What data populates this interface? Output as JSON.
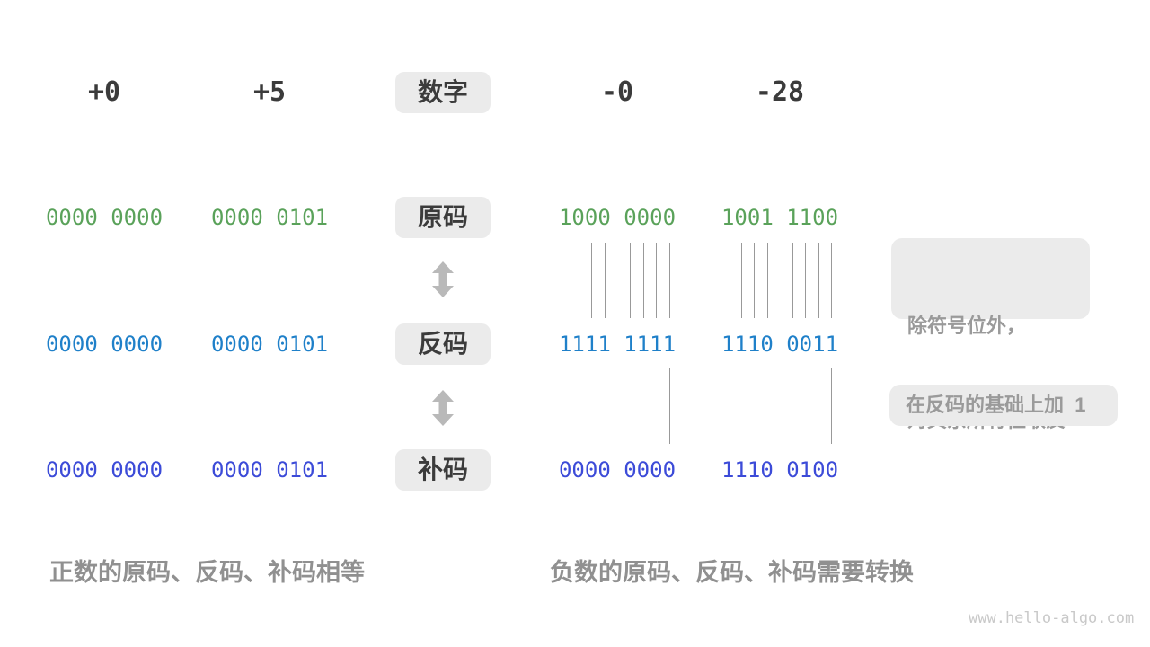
{
  "colors": {
    "sign_magnitude_green": "#5aa25a",
    "ones_complement_blue": "#1f80c9",
    "twos_complement_indigo": "#3c4bd8",
    "dark_text": "#3b3b3b",
    "caption_gray": "#909090",
    "annotation_gray": "#9a9a9a",
    "box_background": "#ebebeb",
    "connector_line": "#999999",
    "arrow_gray": "#b9b9b9",
    "watermark_gray": "#c9c9c9"
  },
  "header": {
    "label": "数字",
    "values": [
      "+0",
      "+5",
      "-0",
      "-28"
    ]
  },
  "rows": [
    {
      "label": "原码",
      "values": [
        "0000 0000",
        "0000 0101",
        "1000 0000",
        "1001 1100"
      ]
    },
    {
      "label": "反码",
      "values": [
        "0000 0000",
        "0000 0101",
        "1111 1111",
        "1110 0011"
      ]
    },
    {
      "label": "补码",
      "values": [
        "0000 0000",
        "0000 0101",
        "0000 0000",
        "1110 0100"
      ]
    }
  ],
  "annotations": {
    "invert_line1": "除符号位外，",
    "invert_line2": "对其余所有位取反",
    "add_one": "在反码的基础上加  1"
  },
  "captions": {
    "positive": "正数的原码、反码、补码相等",
    "negative": "负数的原码、反码、补码需要转换"
  },
  "watermark": "www.hello-algo.com"
}
